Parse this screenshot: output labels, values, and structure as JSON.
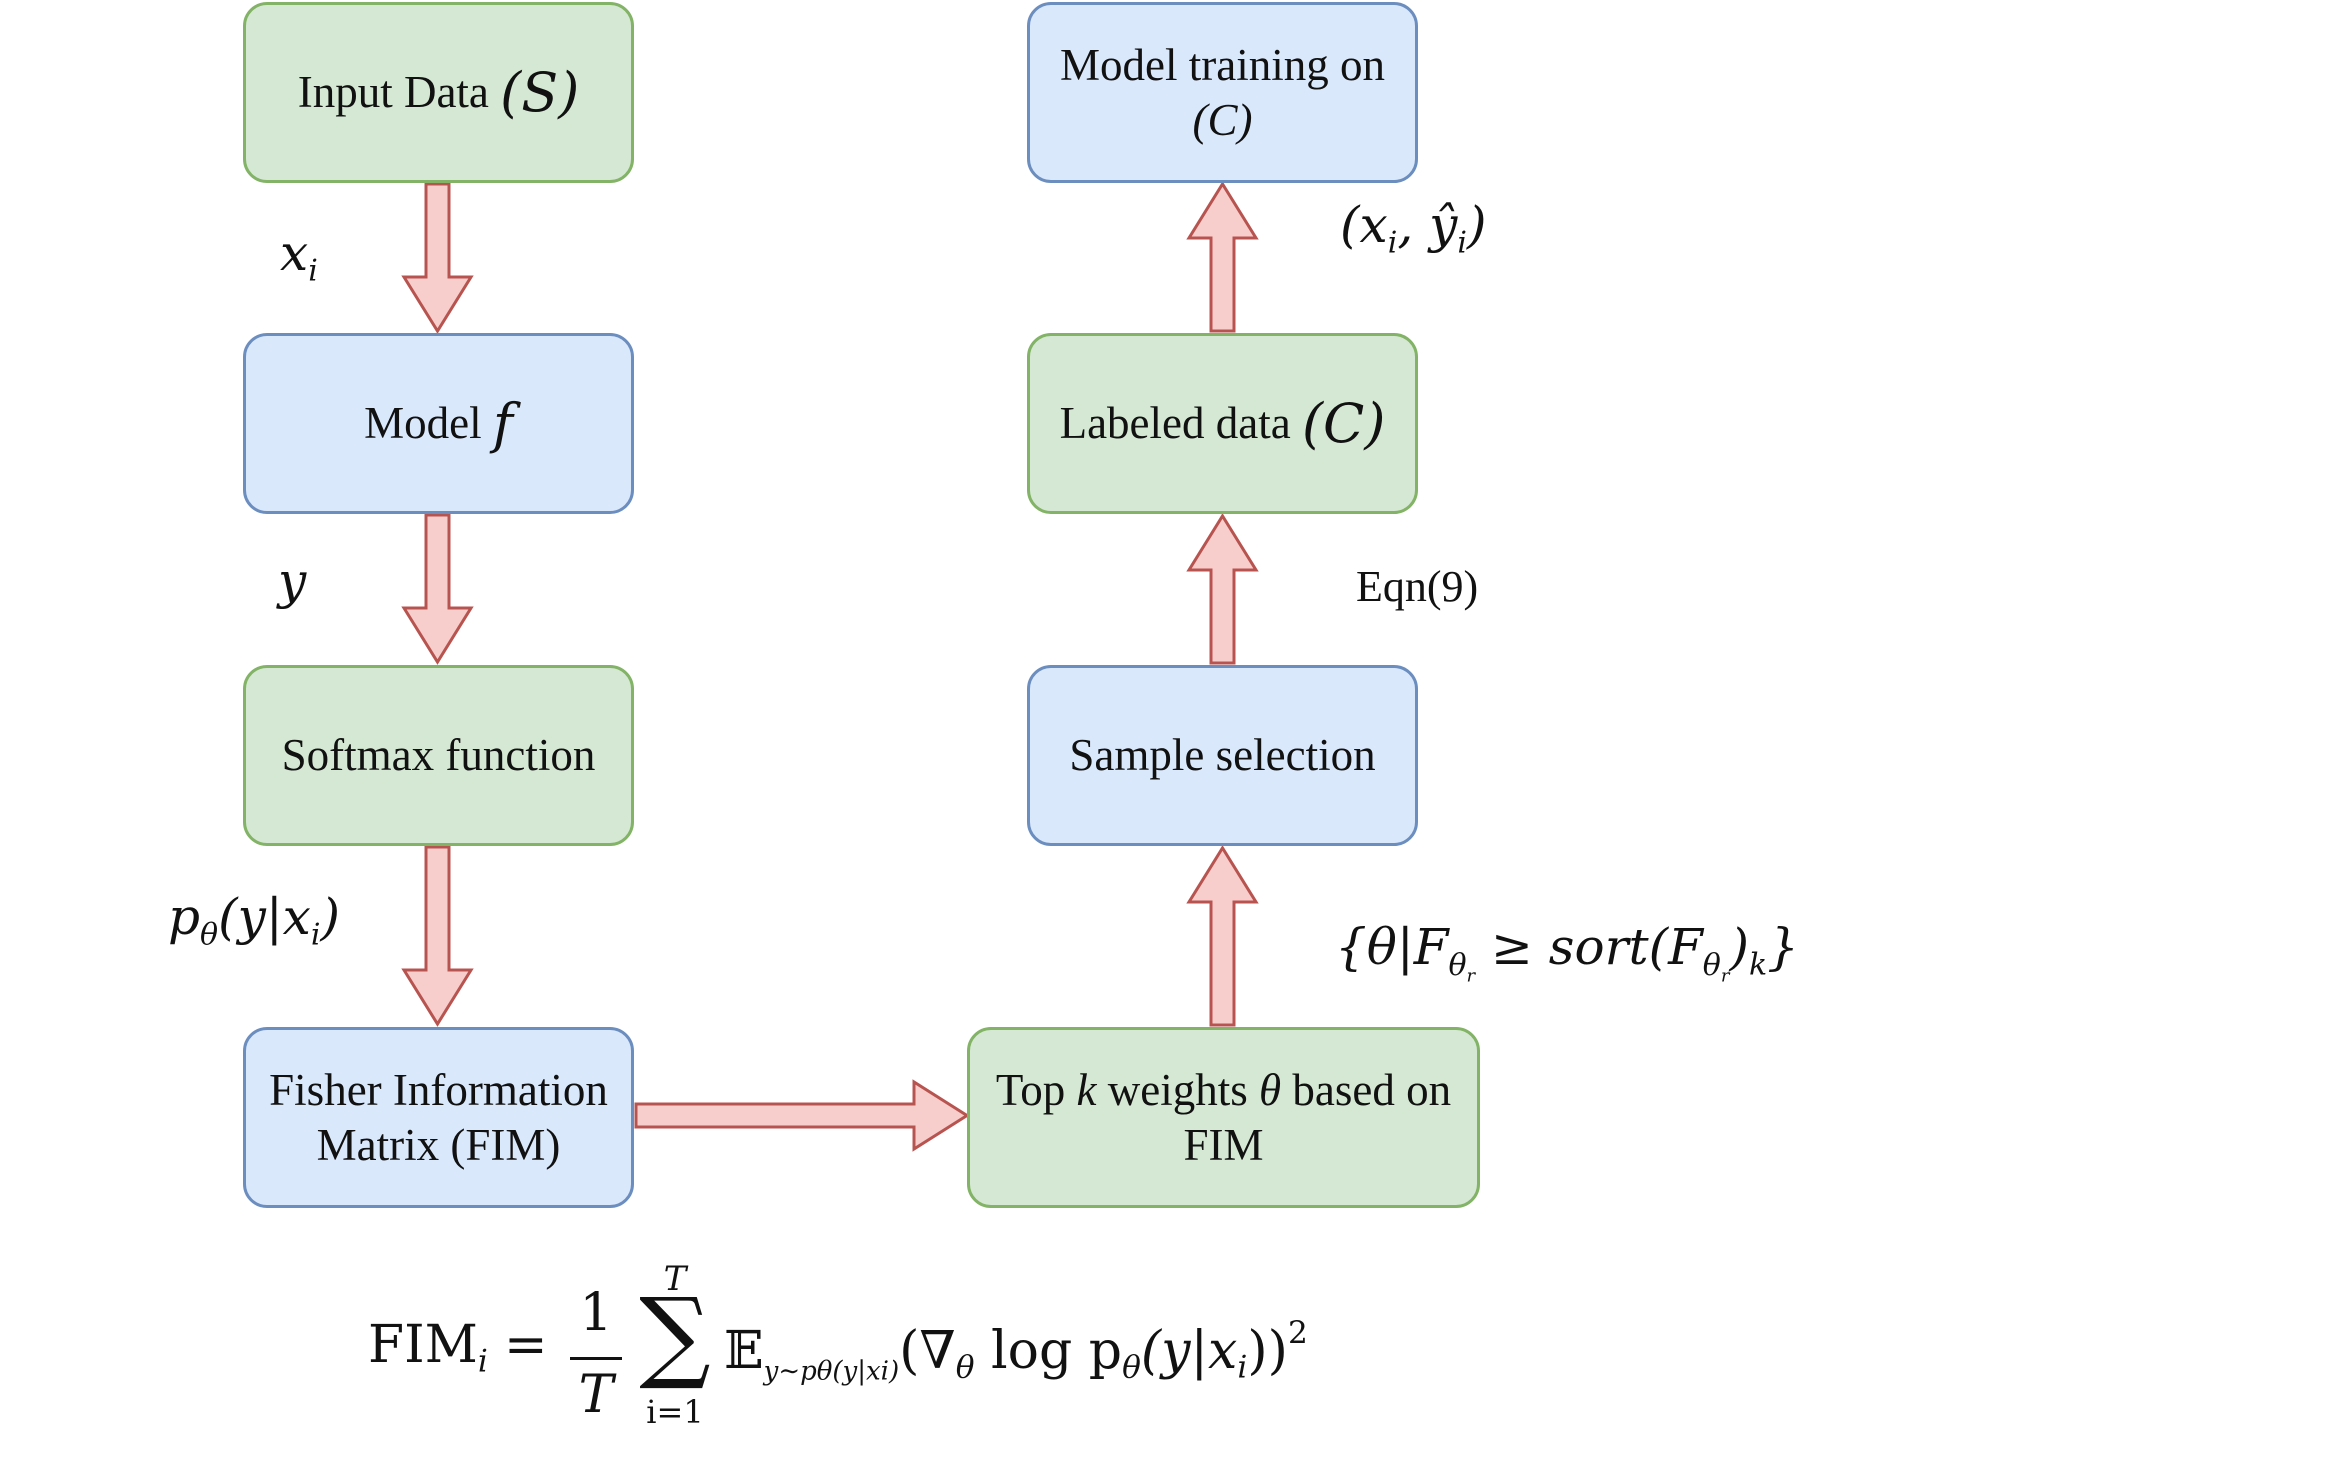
{
  "nodes": {
    "input_data": {
      "text": "Input Data",
      "var": "(S)"
    },
    "model": {
      "text": "Model",
      "var": "f"
    },
    "softmax": {
      "text": "Softmax function"
    },
    "fim": {
      "line1": "Fisher Information",
      "line2": "Matrix (FIM)"
    },
    "top_k": {
      "pre": "Top",
      "k": "k",
      "mid": "weights",
      "theta": "θ",
      "post": "based on",
      "line2": "FIM"
    },
    "sample_selection": {
      "text": "Sample selection"
    },
    "labeled_data": {
      "text": "Labeled data",
      "var": "(C)"
    },
    "model_training": {
      "line1": "Model training on",
      "line2": "(C)"
    }
  },
  "edge_labels": {
    "input_to_model": {
      "base": "x",
      "sub": "i"
    },
    "model_to_softmax": "y",
    "softmax_to_fim": {
      "p": "p",
      "p_sub": "θ",
      "rest": "(y|x",
      "x_sub": "i",
      "close": ")"
    },
    "topk_to_selection": {
      "open": "{θ|F",
      "f_sub": "θ",
      "f_subsub": "r",
      "mid": " ≥ sort(F",
      "f2_sub": "θ",
      "f2_subsub": "r",
      "close_paren": ")",
      "k": "k",
      "brace": "}"
    },
    "selection_to_labeled": "Eqn(9)",
    "labeled_to_training": {
      "open": "(x",
      "x_sub": "i",
      "comma": ", ŷ",
      "y_sub": "i",
      "close": ")"
    }
  },
  "equation": {
    "lhs": "FIM",
    "lhs_sub": "i",
    "equals": "=",
    "frac_num": "1",
    "frac_den": "T",
    "sum_upper": "T",
    "sum_symbol": "∑",
    "sum_lower": "i=1",
    "expect": "𝔼",
    "expect_sub": "y∼pθ(y|xi)",
    "body": "(∇",
    "body_sub": "θ",
    "body_rest": " log p",
    "body_rest_sub": "θ",
    "body_tail": "(y|x",
    "body_tail_sub": "i",
    "body_close": "))",
    "power": "2"
  },
  "colors": {
    "green_fill": "#d5e8d4",
    "green_stroke": "#82b366",
    "blue_fill": "#dae8fc",
    "blue_stroke": "#6c8ebf",
    "arrow_fill": "#f8cecc",
    "arrow_stroke": "#b85450"
  }
}
